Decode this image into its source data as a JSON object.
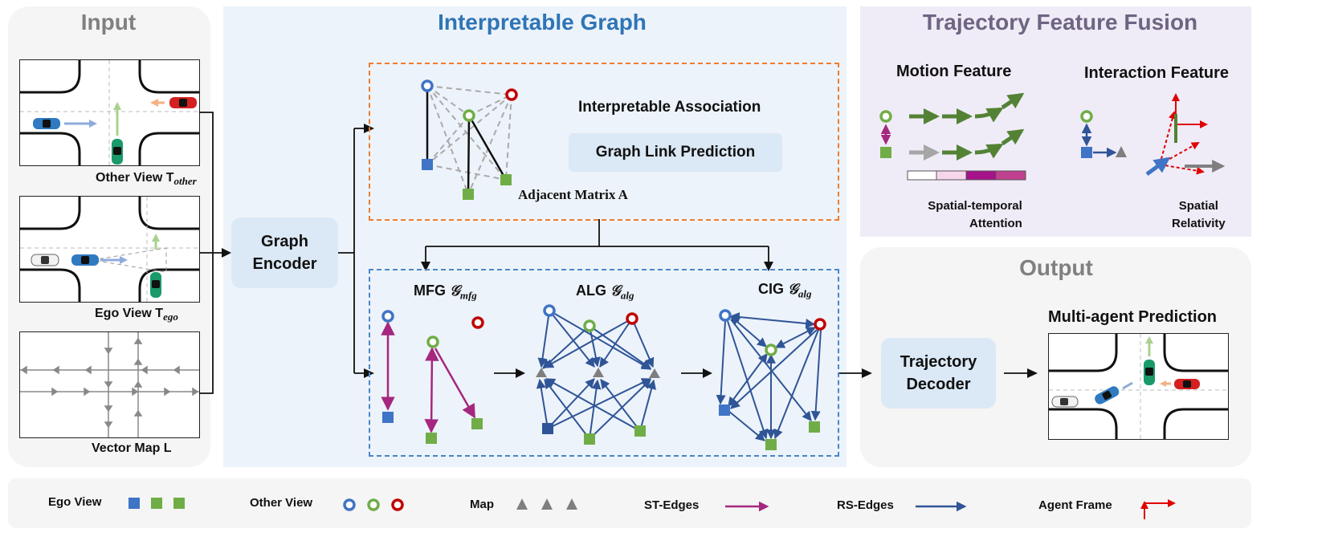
{
  "input": {
    "title": "Input",
    "other_view_caption": "Other View T",
    "other_view_sub": "other",
    "ego_view_caption": "Ego View T",
    "ego_view_sub": "ego",
    "vector_map_caption": "Vector Map L"
  },
  "graph_encoder": {
    "line1": "Graph",
    "line2": "Encoder"
  },
  "interpretable_graph": {
    "title": "Interpretable Graph",
    "association_title": "Interpretable Association",
    "link_prediction": "Graph Link Prediction",
    "adjacent_matrix": "Adjacent Matrix A",
    "mfg_label": "MFG",
    "mfg_script": "𝒢",
    "mfg_sub": "mfg",
    "alg_label": "ALG",
    "alg_script": "𝒢",
    "alg_sub": "alg",
    "cig_label": "CIG",
    "cig_script": "𝒢",
    "cig_sub": "alg"
  },
  "fusion": {
    "title": "Trajectory Feature Fusion",
    "motion_title": "Motion Feature",
    "interaction_title": "Interaction Feature",
    "attention_line1": "Spatial-temporal",
    "attention_line2": "Attention",
    "relativity_line1": "Spatial",
    "relativity_line2": "Relativity"
  },
  "output": {
    "title": "Output",
    "decoder_line1": "Trajectory",
    "decoder_line2": "Decoder",
    "prediction_title": "Multi-agent Prediction"
  },
  "legend": {
    "ego_view": "Ego View",
    "other_view": "Other View",
    "map": "Map",
    "st_edges": "ST-Edges",
    "rs_edges": "RS-Edges",
    "agent_frame": "Agent Frame"
  },
  "colors": {
    "blue": "#3f74c6",
    "green": "#70ad47",
    "red": "#c00000",
    "gray": "#7f7f7f",
    "magenta": "#a5277f",
    "navy": "#2f5597",
    "orange_dash": "#ed7d31",
    "blue_dash": "#4a86c8",
    "title_blue": "#2e75b6",
    "title_gray": "#808080",
    "title_purple": "#6f6482"
  }
}
